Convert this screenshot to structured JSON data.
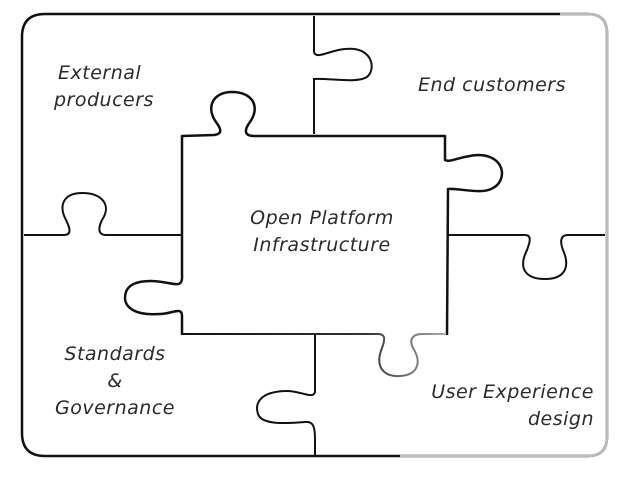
{
  "diagram": {
    "type": "jigsaw-puzzle",
    "center_piece": {
      "lines": [
        "Open Platform",
        "Infrastructure"
      ]
    },
    "pieces": {
      "top_left": {
        "lines": [
          "External",
          "producers"
        ]
      },
      "top_right": {
        "lines": [
          "End customers"
        ]
      },
      "bottom_left": {
        "lines": [
          "Standards",
          "&",
          "Governance"
        ]
      },
      "bottom_right": {
        "lines": [
          "User Experience",
          "design"
        ]
      }
    },
    "colors": {
      "stroke": "#111111",
      "text": "#2a2a2a",
      "background": "#ffffff"
    }
  }
}
